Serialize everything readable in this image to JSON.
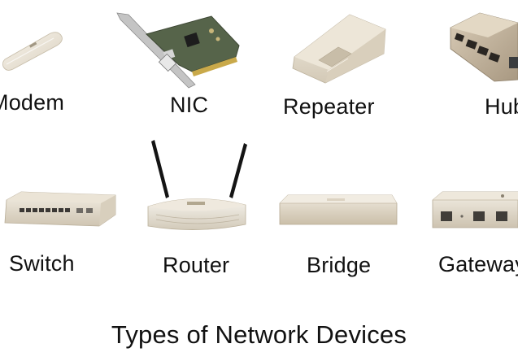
{
  "devices": [
    {
      "label": "Modem",
      "icon": "usb-modem-icon"
    },
    {
      "label": "NIC",
      "icon": "network-interface-card-icon"
    },
    {
      "label": "Repeater",
      "icon": "repeater-icon"
    },
    {
      "label": "Hub",
      "icon": "hub-icon"
    },
    {
      "label": "Switch",
      "icon": "switch-icon"
    },
    {
      "label": "Router",
      "icon": "router-icon"
    },
    {
      "label": "Bridge",
      "icon": "bridge-icon"
    },
    {
      "label": "Gateway",
      "icon": "gateway-icon"
    }
  ],
  "caption": "Types of Network Devices",
  "colors": {
    "device_body": "#ece5d8",
    "device_shade": "#cfc6b6",
    "pcb_green": "#5d6a4a",
    "bracket_metal": "#b9b9b9",
    "text": "#111111"
  }
}
